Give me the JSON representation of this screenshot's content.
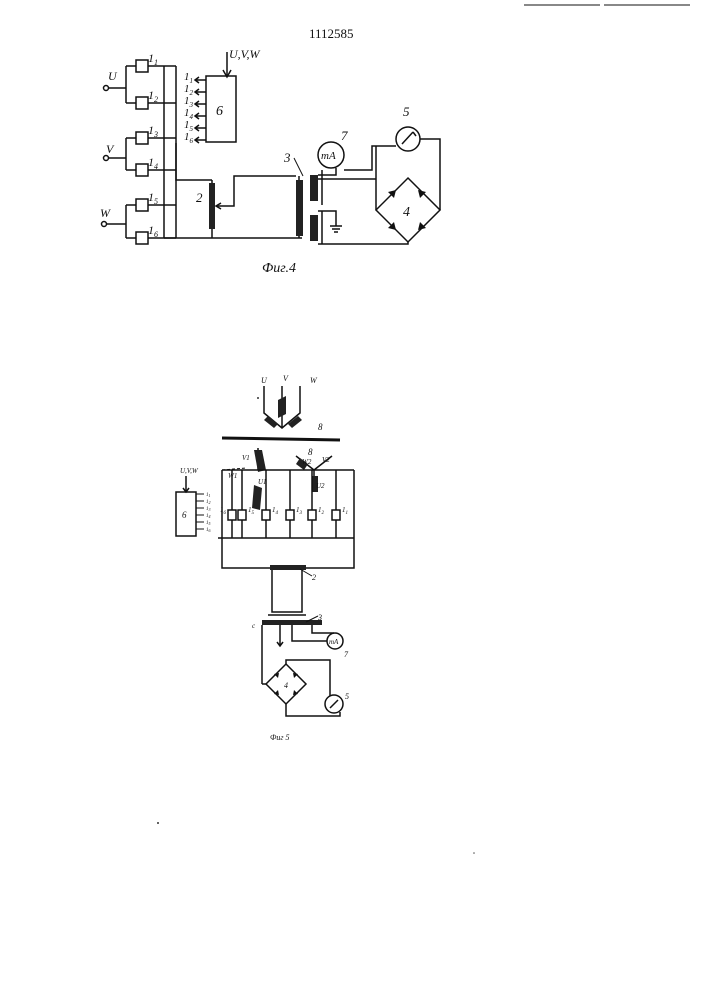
{
  "document": {
    "patent_number": "1112585",
    "fig4": {
      "caption": "Фиг.4",
      "phase_labels": [
        "U",
        "V",
        "W"
      ],
      "sensor_labels": [
        "1",
        "1",
        "1",
        "1",
        "1",
        "1"
      ],
      "sensor_subscripts": [
        "1",
        "2",
        "3",
        "4",
        "5",
        "6"
      ],
      "block6_label": "6",
      "block6_input": "U,V,W",
      "block6_outputs": [
        "1",
        "1",
        "1",
        "1",
        "1",
        "1"
      ],
      "block6_output_subscripts": [
        "1",
        "2",
        "3",
        "4",
        "5",
        "6"
      ],
      "num_2": "2",
      "num_3": "3",
      "num_4": "4",
      "num_5": "5",
      "num_7": "7",
      "meter_label": "mA"
    },
    "fig5": {
      "caption": "Фиг 5",
      "phase_labels": [
        "U",
        "V",
        "W"
      ],
      "num_8a": "8",
      "num_8b": "8",
      "coil_labels": [
        "W1",
        "V1",
        "U1",
        "W2",
        "V2",
        "U2"
      ],
      "sensor_labels": [
        "1",
        "1",
        "1",
        "1",
        "1",
        "1"
      ],
      "sensor_subscripts": [
        "6",
        "5",
        "4",
        "3",
        "2",
        "1"
      ],
      "block6_label": "6",
      "block6_input": "U,V,W",
      "block6_outputs": [
        "1",
        "1",
        "1",
        "1",
        "1",
        "1"
      ],
      "block6_output_subscripts": [
        "1",
        "2",
        "3",
        "4",
        "5",
        "6"
      ],
      "num_2": "2",
      "num_3": "3",
      "num_4": "4",
      "num_5": "5",
      "num_7": "7",
      "meter_label": "mA",
      "mark_c": "c"
    }
  }
}
